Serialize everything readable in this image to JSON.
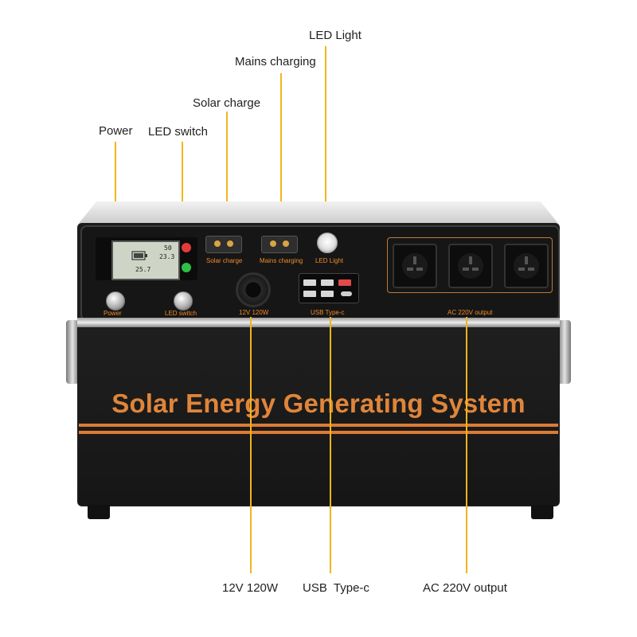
{
  "callouts": {
    "led_light": "LED Light",
    "mains_charging": "Mains charging",
    "solar_charge": "Solar charge",
    "power": "Power",
    "led_switch": "LED switch",
    "dc_output": "12V 120W",
    "usb_typec": "USB  Type-c",
    "ac_output": "AC 220V output"
  },
  "panel_labels": {
    "solar_charge": "Solar charge",
    "mains_charging": "Mains charging",
    "led_light": "LED Light",
    "power": "Power",
    "led_switch": "LED switch",
    "dc_output": "12V 120W",
    "usb_typec": "USB   Type-c",
    "ac_output": "AC 220V output"
  },
  "lcd": {
    "line1": "50",
    "line2": "23.3",
    "line3": "25.7"
  },
  "headline": "Solar Energy Generating System",
  "colors": {
    "leader": "#f3b51b",
    "accent": "#e0853a",
    "body": "#1c1c1c",
    "led_red": "#e33b3b",
    "led_green": "#2fbf47"
  },
  "icons": [
    "usb-port-icon",
    "type-c-port-icon",
    "ac-outlet-icon",
    "xt60-connector-icon",
    "cigarette-socket-icon"
  ]
}
